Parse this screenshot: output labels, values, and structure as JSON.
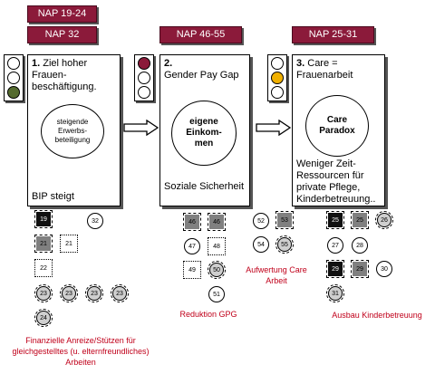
{
  "nap": {
    "n1924": "NAP 19-24",
    "n32": "NAP 32",
    "n4655": "NAP 46-55",
    "n2531": "NAP 25-31"
  },
  "colors": {
    "nap_bg": "#8b1a3a",
    "light_green": "#556b2f",
    "light_red": "#8b1a3a",
    "light_yellow": "#f0b000",
    "annotation_red": "#c0001a"
  },
  "panel1": {
    "number": "1.",
    "title": "Ziel hoher Frauen-beschäftigung.",
    "circle": "steigende Erwerbs-beteiligung",
    "bottom": "BIP steigt"
  },
  "panel2": {
    "number": "2.",
    "title": "Gender Pay Gap",
    "circle": "eigene Einkom-men",
    "bottom": "Soziale Sicherheit"
  },
  "panel3": {
    "number": "3.",
    "title": "Care = Frauenarbeit",
    "circle": "Care Paradox",
    "bottom": "Weniger Zeit-Ressourcen für private Pflege, Kinderbetreuung.."
  },
  "group1": {
    "s19": "19",
    "o32": "32",
    "s21": "21",
    "s21b": "21",
    "s22": "22",
    "s23a": "23",
    "s23b": "23",
    "s23c": "23",
    "s23d": "23",
    "s24": "24",
    "label": "Finanzielle Anreize/Stützen für gleichgestelltes (u. elternfreundliches) Arbeiten"
  },
  "group2": {
    "s46a": "46",
    "s46b": "46",
    "o47": "47",
    "s48": "48",
    "s49": "49",
    "s50": "50",
    "o51": "51",
    "label": "Reduktion GPG"
  },
  "group3": {
    "o52": "52",
    "s53": "53",
    "o54": "54",
    "s55": "55",
    "label": "Aufwertung Care Arbeit"
  },
  "group4": {
    "s25": "25",
    "s25b": "25",
    "s26": "26",
    "o27": "27",
    "o28": "28",
    "s29": "29",
    "s29b": "29",
    "o30": "30",
    "s31": "31",
    "label": "Ausbau Kinderbetreuung"
  }
}
